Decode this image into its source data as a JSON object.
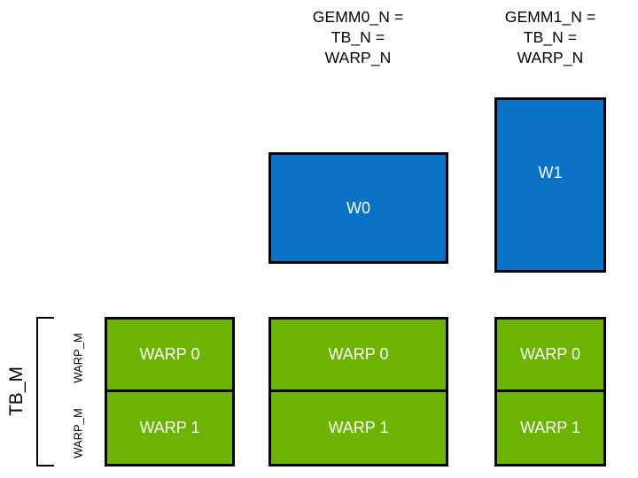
{
  "diagram": {
    "title_columns": [
      {
        "name": "gemm0",
        "caption": "GEMM0_N =\nTB_N =\nWARP_N"
      },
      {
        "name": "gemm1",
        "caption": "GEMM1_N =\nTB_N =\nWARP_N"
      }
    ],
    "blue_boxes": [
      {
        "name": "w0",
        "label": "W0"
      },
      {
        "name": "w1",
        "label": "W1"
      }
    ],
    "green_columns": [
      {
        "name": "col-0",
        "cells": [
          "WARP 0",
          "WARP 1"
        ]
      },
      {
        "name": "col-1",
        "cells": [
          "WARP 0",
          "WARP 1"
        ]
      },
      {
        "name": "col-2",
        "cells": [
          "WARP 0",
          "WARP 1"
        ]
      }
    ],
    "axis_labels": {
      "tb_m": "TB_M",
      "warp_m_top": "WARP_M",
      "warp_m_bottom": "WARP_M"
    },
    "colors": {
      "blue": "#0a72c4",
      "green": "#6cb302",
      "outline": "#000000",
      "text_on_fill": "#ffffff",
      "background": "#ffffff"
    }
  }
}
